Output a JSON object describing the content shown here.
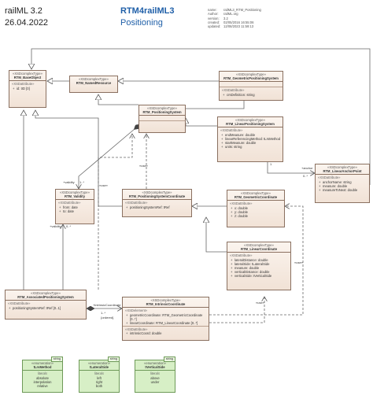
{
  "header": {
    "title": "railML 3.2",
    "date": "26.04.2022",
    "center_title": "RTM4railML3",
    "center_subtitle": "Positioning",
    "meta": [
      {
        "k": "name:",
        "v": "railML3_RTM_Positioning"
      },
      {
        "k": "Author:",
        "v": "railML.org"
      },
      {
        "k": "version:",
        "v": "3.2"
      },
      {
        "k": "created:",
        "v": "02/05/2016 16:55:06"
      },
      {
        "k": "updated:",
        "v": "12/08/2023 11:59:13"
      }
    ]
  },
  "classes": {
    "base_object": {
      "stereotype": "«XSDcomplexType»",
      "name": "RTM_BaseObject",
      "attr_header": "«XSDattribute»",
      "attrs": [
        "id: tID [0]"
      ]
    },
    "named_resource": {
      "stereotype": "«XSDcomplexType»",
      "name": "RTM_NamedResource"
    },
    "geometric_ps": {
      "stereotype": "«XSDcomplexType»",
      "name": "RTM_GeometricPositioningSystem",
      "attr_header": "«XSDattribute»",
      "attrs": [
        "crsDefinition: string"
      ]
    },
    "positioning_system": {
      "stereotype": "«XSDcomplexType»",
      "name": "RTM_PositioningSystem"
    },
    "linear_ps": {
      "stereotype": "«XSDcomplexType»",
      "name": "RTM_LinearPositioningSystem",
      "attr_header": "«XSDattribute»",
      "attrs": [
        "endMeasure: double",
        "linearReferencingMethod: tLrsMethod",
        "startMeasure: double",
        "units: string"
      ]
    },
    "linear_anchor": {
      "stereotype": "«XSDcomplexType»",
      "name": "RTM_LinearAnchorPoint",
      "attr_header": "«XSDattribute»",
      "attrs": [
        "anchorName: string",
        "measure: double",
        "measureToNext: double"
      ]
    },
    "validity": {
      "stereotype": "«XSDcomplexType»",
      "name": "RTM_Validity",
      "attr_header": "«XSDattribute»",
      "attrs": [
        "from: date",
        "to: date"
      ]
    },
    "ps_coordinate": {
      "stereotype": "«XSDcomplexType»",
      "name": "RTM_PositioningSystemCoordinate",
      "attr_header": "«XSDattribute»",
      "attrs": [
        "positioningSystemRef: tRef"
      ]
    },
    "geometric_coord": {
      "stereotype": "«XSDcomplexType»",
      "name": "RTM_GeometricCoordinate",
      "attr_header": "«XSDattribute»",
      "attrs": [
        "x: double",
        "y: double",
        "z: double"
      ]
    },
    "linear_coord": {
      "stereotype": "«XSDcomplexType»",
      "name": "RTM_LinearCoordinate",
      "attr_header": "«XSDattribute»",
      "attrs": [
        "lateralDistance: double",
        "lateralSide: tLateralSide",
        "measure: double",
        "verticalDistance: double",
        "verticalSide: tVerticalSide"
      ]
    },
    "associated_ps": {
      "stereotype": "«XSDcomplexType»",
      "name": "RTM_AssociatedPositioningSystem",
      "attr_header": "«XSDattribute»",
      "attrs": [
        "positioningSystemRef: tRef [0..1]"
      ]
    },
    "intrinsic_coord": {
      "stereotype": "«XSDcomplexType»",
      "name": "RTM_IntrinsicCoordinate",
      "elem_header": "«XSDelement»",
      "elems": [
        "geometricCoordinate: RTM_GeometricCoordinate [0..*]",
        "linearCoordinate: RTM_LinearCoordinate [0..*]"
      ],
      "attr_header": "«XSDattribute»",
      "attrs": [
        "intrinsicCoord: double"
      ]
    }
  },
  "enums": [
    {
      "datatype": "string",
      "stereotype": "«enumeration»",
      "name": "tLrsMethod",
      "lit_header": "literals",
      "literals": [
        "absolute",
        "interpolation",
        "relative"
      ]
    },
    {
      "datatype": "string",
      "stereotype": "«enumeration»",
      "name": "tLateralSide",
      "lit_header": "literals",
      "literals": [
        "left",
        "right",
        "both"
      ]
    },
    {
      "datatype": "string",
      "stereotype": "«enumeration»",
      "name": "tVerticalSide",
      "lit_header": "literals",
      "literals": [
        "above",
        "under"
      ]
    }
  ],
  "labels": {
    "validity_role": "+validity",
    "validity_mult": "1..*",
    "validity_role2": "+validity",
    "validity_mult2": "0..*",
    "anchor_role": "+anchor",
    "anchor_mult": "0..*",
    "anchor_mult_src": "1",
    "intrinsic_role": "+intrinsicCoordinate",
    "intrinsic_mult": "1..*",
    "intrinsic_ordered": "{ordered}",
    "use1": "«use»",
    "use2": "«use»",
    "use3": "«use»",
    "use4": "«use»"
  }
}
